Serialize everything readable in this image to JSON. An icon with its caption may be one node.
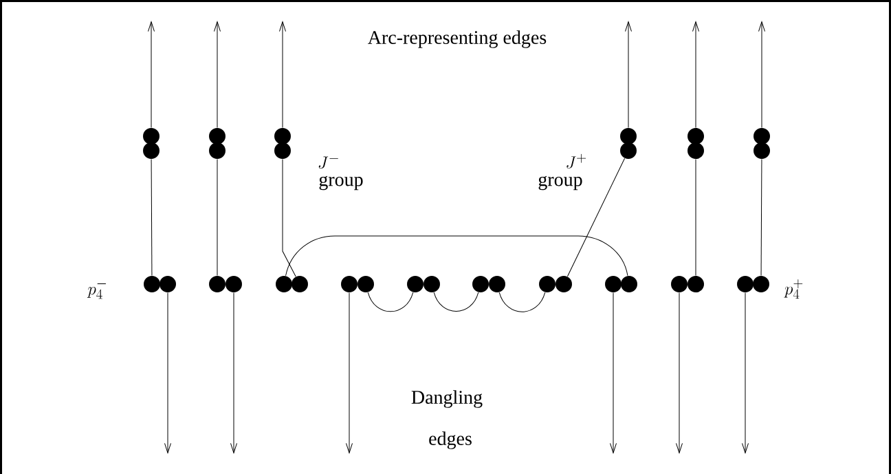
{
  "diagram": {
    "nodes": [
      {
        "text": [],
        "shape": "circle"
      },
      {
        "text": [],
        "shape": "circle"
      },
      {
        "text": [],
        "shape": "circle"
      },
      {
        "text": [],
        "shape": "circle"
      },
      {
        "text": [],
        "shape": "circle"
      },
      {
        "text": [],
        "shape": "circle"
      },
      {
        "text": [],
        "shape": "circle"
      },
      {
        "text": [],
        "shape": "circle"
      },
      {
        "text": [],
        "shape": "circle"
      },
      {
        "text": [],
        "shape": "circle"
      },
      {
        "text": [],
        "shape": "circle"
      },
      {
        "text": [],
        "shape": "circle"
      },
      {
        "text": [],
        "shape": "circle"
      },
      {
        "text": [],
        "shape": "circle"
      },
      {
        "text": [],
        "shape": "circle"
      },
      {
        "text": [],
        "shape": "circle"
      },
      {
        "text": [],
        "shape": "circle"
      },
      {
        "text": [],
        "shape": "circle"
      },
      {
        "text": [],
        "shape": "circle"
      },
      {
        "text": [],
        "shape": "circle"
      },
      {
        "text": [],
        "shape": "circle"
      },
      {
        "text": [],
        "shape": "circle"
      },
      {
        "text": [],
        "shape": "circle"
      },
      {
        "text": [],
        "shape": "circle"
      },
      {
        "text": [],
        "shape": "circle"
      },
      {
        "text": [],
        "shape": "circle"
      },
      {
        "text": [],
        "shape": "circle"
      },
      {
        "text": [],
        "shape": "circle"
      },
      {
        "text": [],
        "shape": "circle"
      },
      {
        "text": [],
        "shape": "circle"
      },
      {
        "text": [],
        "shape": "circle"
      },
      {
        "text": [],
        "shape": "circle"
      }
    ],
    "edges": [
      {
        "from": 0,
        "to": null,
        "arrow": "to"
      },
      {
        "from": 1,
        "to": null,
        "arrow": "to"
      },
      {
        "from": 2,
        "to": null,
        "arrow": "to"
      },
      {
        "from": 3,
        "to": null,
        "arrow": "to"
      },
      {
        "from": 4,
        "to": null,
        "arrow": "to"
      },
      {
        "from": 5,
        "to": null,
        "arrow": "to"
      },
      {
        "from": 12,
        "to": 6,
        "arrow": "none"
      },
      {
        "from": 14,
        "to": 7,
        "arrow": "none"
      },
      {
        "from": 17,
        "to": 8,
        "arrow": "none"
      },
      {
        "from": 25,
        "to": 9,
        "arrow": "none"
      },
      {
        "from": 29,
        "to": 10,
        "arrow": "none"
      },
      {
        "from": 31,
        "to": 11,
        "arrow": "none"
      },
      {
        "from": 13,
        "to": null,
        "arrow": "to"
      },
      {
        "from": 15,
        "to": null,
        "arrow": "to"
      },
      {
        "from": 18,
        "to": null,
        "arrow": "to"
      },
      {
        "from": 26,
        "to": null,
        "arrow": "to"
      },
      {
        "from": 28,
        "to": null,
        "arrow": "to"
      },
      {
        "from": 30,
        "to": null,
        "arrow": "to"
      },
      {
        "from": 19,
        "to": 20,
        "arrow": "none"
      },
      {
        "from": 21,
        "to": 22,
        "arrow": "none"
      },
      {
        "from": 23,
        "to": 24,
        "arrow": "none"
      },
      {
        "from": 16,
        "to": 27,
        "arrow": "none"
      }
    ],
    "labels": [
      "Arc-representing edges",
      "J^-",
      "group",
      "J^+",
      "group",
      "p_4^-",
      "p_4^+",
      "Dangling",
      "edges"
    ]
  }
}
